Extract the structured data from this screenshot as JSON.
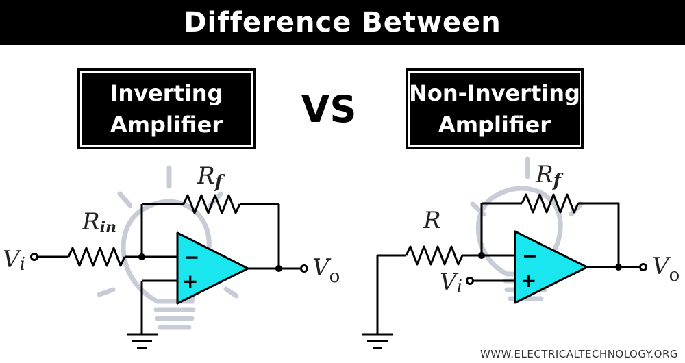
{
  "header": {
    "title": "Difference  Between"
  },
  "left_box": {
    "line1": "Inverting",
    "line2": "Amplifier"
  },
  "vs_text": "VS",
  "right_box": {
    "line1": "Non-Inverting",
    "line2": "Amplifier"
  },
  "inverting_circuit": {
    "feedback_resistor": {
      "main": "R",
      "sub": "f"
    },
    "input_resistor": {
      "main": "R",
      "sub": "in"
    },
    "input": {
      "main": "V",
      "sub": "i"
    },
    "output": {
      "main": "V",
      "sub": "o"
    },
    "minus_sign": "−",
    "plus_sign": "+"
  },
  "noninverting_circuit": {
    "feedback_resistor": {
      "main": "R",
      "sub": "f"
    },
    "ground_resistor": {
      "main": "R"
    },
    "input": {
      "main": "V",
      "sub": "i"
    },
    "output": {
      "main": "V",
      "sub": "o"
    },
    "minus_sign": "−",
    "plus_sign": "+"
  },
  "colors": {
    "opamp_fill": "#19e6ee",
    "watermark": "#c8ccd6"
  },
  "watermark_icon": "lightbulb-icon",
  "footer": {
    "url": "WWW.ELECTRICALTECHNOLOGY.ORG"
  }
}
